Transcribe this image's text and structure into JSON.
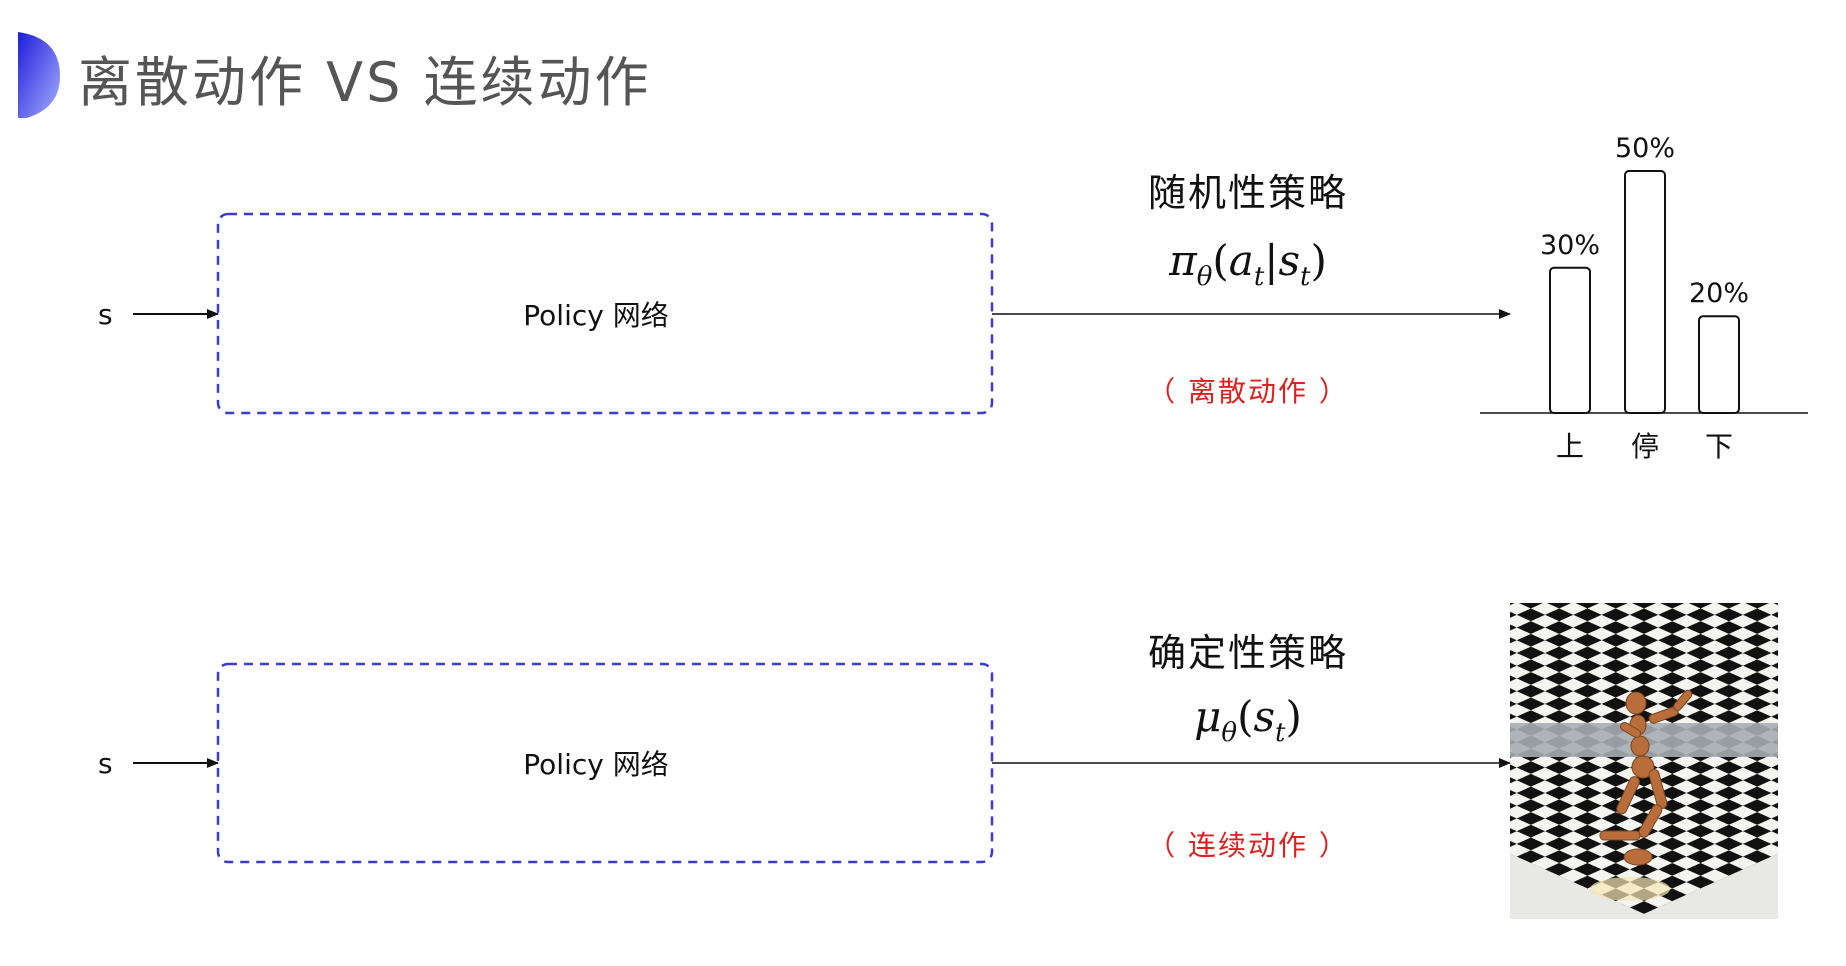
{
  "title": "离散动作 VS 连续动作",
  "rows": [
    {
      "state_label": "s",
      "network_label": "Policy 网络",
      "strategy_name": "随机性策略",
      "formula": {
        "symbol": "π",
        "sub": "θ",
        "open": "(",
        "a": "a",
        "a_sub": "t",
        "bar": "|",
        "s": "s",
        "s_sub": "t",
        "close": ")"
      },
      "action_type": "（ 离散动作 ）"
    },
    {
      "state_label": "s",
      "network_label": "Policy 网络",
      "strategy_name": "确定性策略",
      "formula": {
        "symbol": "μ",
        "sub": "θ",
        "open": "(",
        "s": "s",
        "s_sub": "t",
        "close": ")"
      },
      "action_type": "（ 连续动作 ）"
    }
  ],
  "chart_data": {
    "type": "bar",
    "categories": [
      "上",
      "停",
      "下"
    ],
    "values": [
      30,
      50,
      20
    ],
    "value_labels": [
      "30%",
      "50%",
      "20%"
    ],
    "ylim": [
      0,
      55
    ],
    "grid": false
  },
  "colors": {
    "accent_blue": "#2b2bd8",
    "dash_box": "#3b3bd4",
    "action_red": "#e02020",
    "title_gray": "#555555"
  },
  "image": {
    "icon": "humanoid-robot-simulation-icon"
  }
}
